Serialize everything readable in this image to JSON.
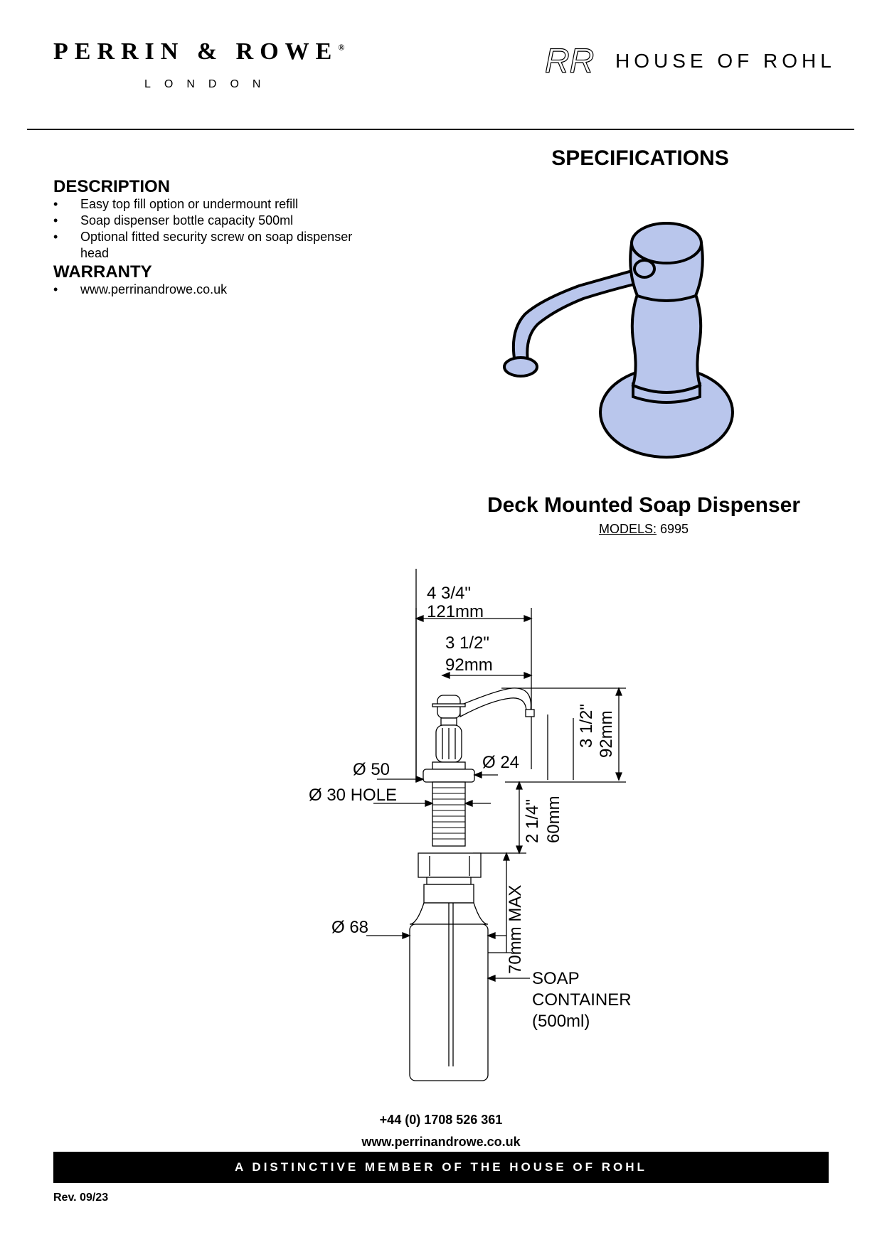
{
  "header": {
    "brand_left": "PERRIN & ROWE",
    "brand_left_city": "LONDON",
    "brand_right_monogram": "RR",
    "brand_right": "HOUSE OF ROHL"
  },
  "specifications_title": "SPECIFICATIONS",
  "description": {
    "heading": "DESCRIPTION",
    "items": [
      "Easy top fill option or undermount refill",
      "Soap dispenser bottle capacity 500ml",
      "Optional fitted security screw on soap dispenser head"
    ]
  },
  "warranty": {
    "heading": "WARRANTY",
    "items": [
      "www.perrinandrowe.co.uk"
    ]
  },
  "product": {
    "title": "Deck Mounted Soap Dispenser",
    "models_label": "MODELS:",
    "models_value": "6995"
  },
  "drawing": {
    "overall_width_in": "4 3/4\"",
    "overall_width_mm": "121mm",
    "spout_reach_in": "3 1/2\"",
    "spout_reach_mm": "92mm",
    "height_in": "3 1/2\"",
    "height_mm": "92mm",
    "base_dia": "Ø 50",
    "body_dia": "Ø 24",
    "hole": "Ø 30 HOLE",
    "shank_in": "2 1/4\"",
    "shank_mm": "60mm",
    "bottle_dia": "Ø 68",
    "bottle_depth": "70mm MAX",
    "container_line1": "SOAP",
    "container_line2": "CONTAINER",
    "container_line3": "(500ml)"
  },
  "footer": {
    "phone": "+44 (0) 1708 526 361",
    "website": "www.perrinandrowe.co.uk",
    "banner": "A DISTINCTIVE MEMBER OF THE HOUSE OF ROHL",
    "revision": "Rev. 09/23"
  },
  "colors": {
    "product_fill": "#b9c6ec",
    "outline": "#000000",
    "banner_bg": "#000000",
    "banner_text": "#ffffff"
  }
}
